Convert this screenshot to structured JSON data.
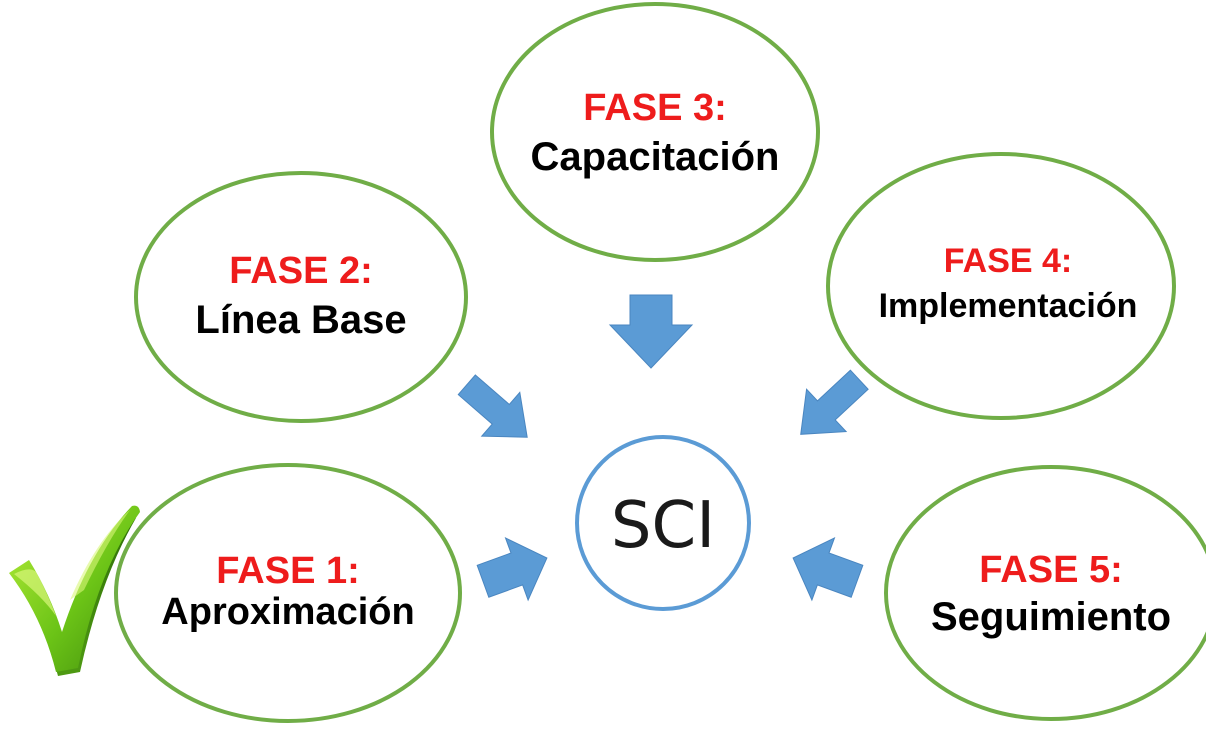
{
  "center": {
    "label": "SCI"
  },
  "phases": [
    {
      "id": "fase-1",
      "label": "FASE 1:",
      "name": "Aproximación",
      "completed": true
    },
    {
      "id": "fase-2",
      "label": "FASE 2:",
      "name": "Línea Base",
      "completed": false
    },
    {
      "id": "fase-3",
      "label": "FASE 3:",
      "name": "Capacitación",
      "completed": false
    },
    {
      "id": "fase-4",
      "label": "FASE 4:",
      "name": "Implementación",
      "completed": false
    },
    {
      "id": "fase-5",
      "label": "FASE 5:",
      "name": "Seguimiento",
      "completed": false
    }
  ],
  "icons": {
    "completed_marker": "check-mark-icon",
    "flow": "arrow-icon"
  },
  "colors": {
    "phase_outline": "#70ad47",
    "center_outline": "#5b9bd5",
    "arrow": "#5b9bd5",
    "phase_label": "#ee1c1c",
    "phase_name": "#000000",
    "check_mark": "#6cc417"
  }
}
